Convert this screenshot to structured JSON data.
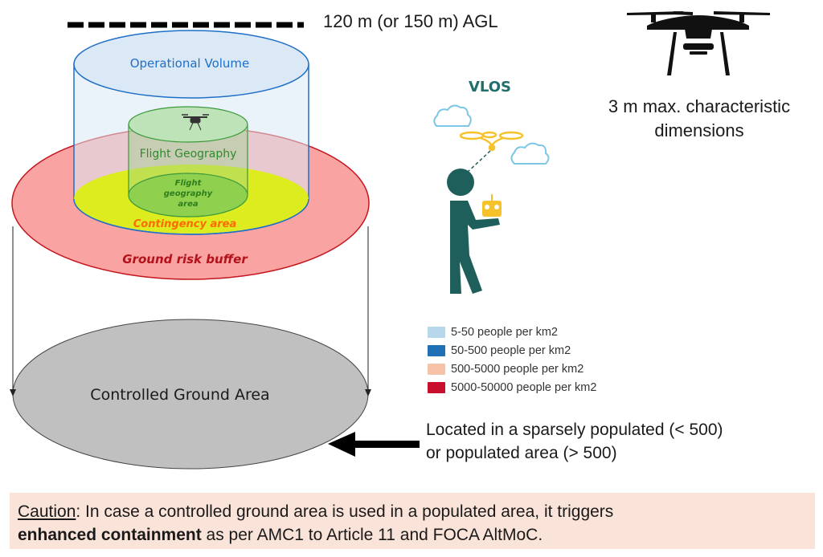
{
  "altitude_label": "120 m (or 150 m) AGL",
  "drone_dimension_label": "3 m max. characteristic dimensions",
  "vlos_label": "VLOS",
  "volumes": {
    "operational_volume": "Operational Volume",
    "flight_geography": "Flight Geography",
    "flight_geography_area": [
      "Flight",
      "geography",
      "area"
    ],
    "contingency_area": "Contingency area",
    "ground_risk_buffer": "Ground risk buffer",
    "controlled_ground_area": "Controlled Ground Area"
  },
  "legend": {
    "items": [
      {
        "label": "5-50 people per km2",
        "color": "#b7d7ea"
      },
      {
        "label": "50-500 people per km2",
        "color": "#1f6fb5"
      },
      {
        "label": "500-5000 people per km2",
        "color": "#f6c2a8"
      },
      {
        "label": "5000-50000 people per km2",
        "color": "#c8102e"
      }
    ]
  },
  "location_note": {
    "line1": "Located in a sparsely populated (< 500)",
    "line2": "or populated area (> 500)"
  },
  "caution": {
    "prefix": "Caution",
    "text1": ": In case a controlled ground area is used in a populated area, it triggers",
    "bold": "enhanced containment",
    "text2": " as per AMC1 to Article 11 and FOCA AltMoC."
  },
  "colors": {
    "operational_volume": "#dbe9f6",
    "flight_geography": "#bfe3b8",
    "contingency": "#dcec1e",
    "ground_risk": "#f9a3a3",
    "controlled_ground": "#c0c0c0",
    "vlos_teal": "#1f5f5b",
    "drone_yellow": "#f5c22b"
  }
}
